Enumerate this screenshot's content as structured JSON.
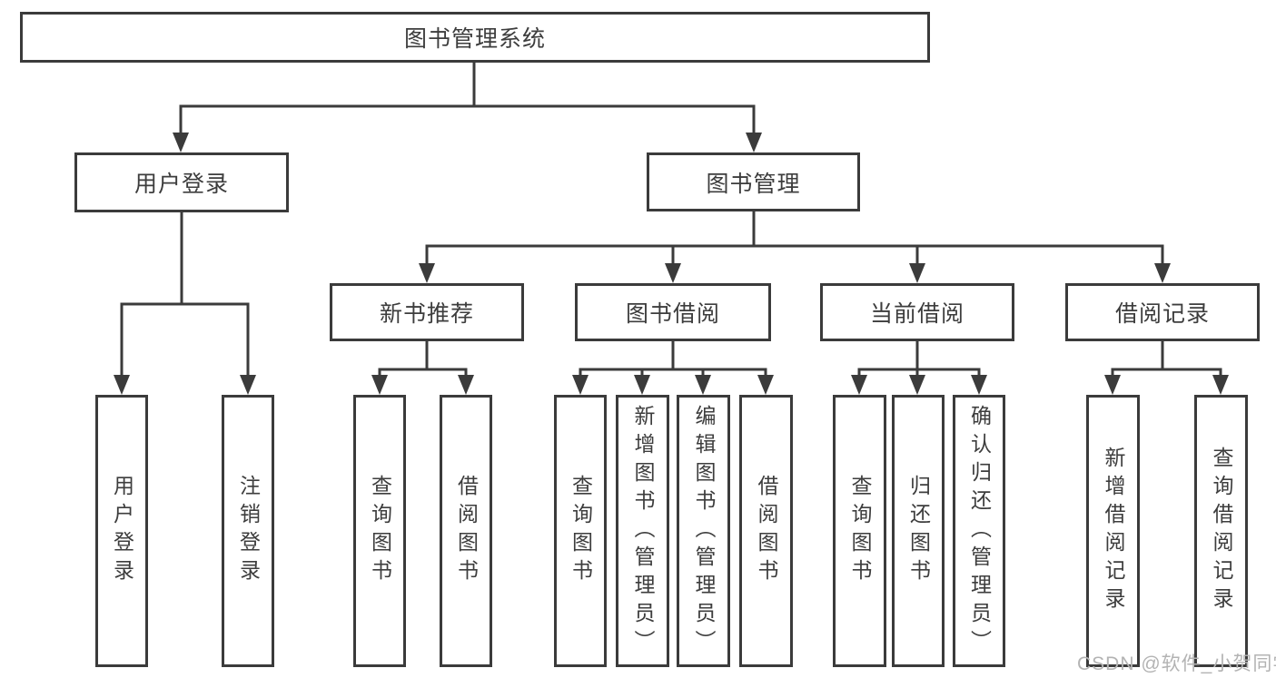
{
  "diagram": {
    "tree": {
      "root": {
        "label": "图书管理系统",
        "children": [
          {
            "label": "用户登录",
            "children": [
              {
                "label": "用户登录"
              },
              {
                "label": "注销登录"
              }
            ]
          },
          {
            "label": "图书管理",
            "children": [
              {
                "label": "新书推荐",
                "children": [
                  {
                    "label": "查询图书"
                  },
                  {
                    "label": "借阅图书"
                  }
                ]
              },
              {
                "label": "图书借阅",
                "children": [
                  {
                    "label": "查询图书"
                  },
                  {
                    "label": "新增图书（管理员）"
                  },
                  {
                    "label": "编辑图书（管理员）"
                  },
                  {
                    "label": "借阅图书"
                  }
                ]
              },
              {
                "label": "当前借阅",
                "children": [
                  {
                    "label": "查询图书"
                  },
                  {
                    "label": "归还图书"
                  },
                  {
                    "label": "确认归还（管理员）"
                  }
                ]
              },
              {
                "label": "借阅记录",
                "children": [
                  {
                    "label": "新增借阅记录"
                  },
                  {
                    "label": "查询借阅记录"
                  }
                ]
              }
            ]
          }
        ]
      }
    },
    "colors": {
      "line": "#3b3b3b",
      "text": "#3d3d3d",
      "background": "#ffffff",
      "watermark_color": "#b3b3b3"
    }
  },
  "watermark": {
    "text": "CSDN @软件_小贺同学"
  }
}
